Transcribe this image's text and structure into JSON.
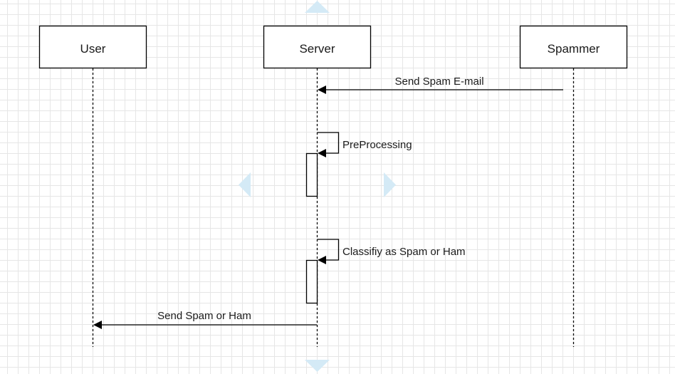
{
  "diagram": {
    "actors": [
      {
        "id": "user",
        "label": "User"
      },
      {
        "id": "server",
        "label": "Server"
      },
      {
        "id": "spammer",
        "label": "Spammer"
      }
    ],
    "messages": [
      {
        "from": "spammer",
        "to": "server",
        "label": "Send Spam E-mail"
      },
      {
        "from": "server",
        "to": "server",
        "label": "PreProcessing"
      },
      {
        "from": "server",
        "to": "server",
        "label": "Classifiy as Spam or Ham"
      },
      {
        "from": "server",
        "to": "user",
        "label": "Send Spam or Ham"
      }
    ]
  },
  "colors": {
    "grid": "#e6e6e6",
    "stroke": "#000000",
    "hint_arrow": "#d4eaf6"
  }
}
